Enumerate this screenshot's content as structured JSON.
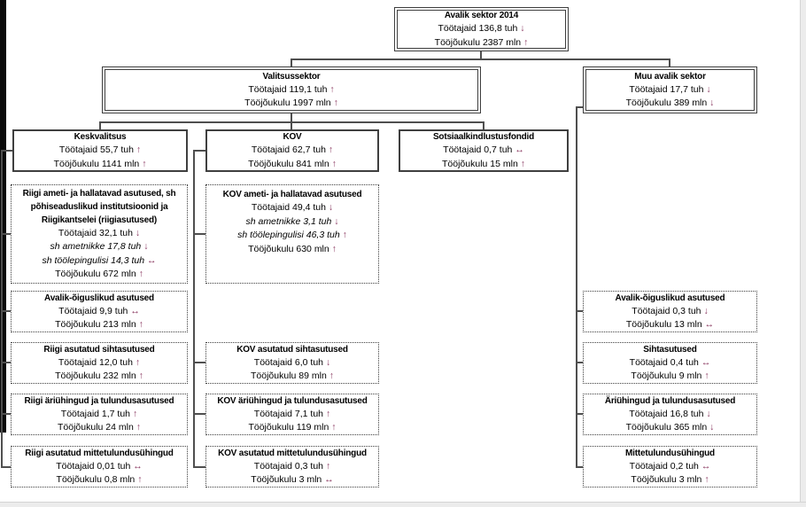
{
  "diagram_title": "Avalik sektor 2014",
  "colors": {
    "arrow": "#8b3a62",
    "border": "#3f3f3f",
    "background": "#ffffff"
  },
  "nodes": {
    "root": {
      "title": "Avalik sektor 2014",
      "lines": [
        {
          "text": "Töötajaid 136,8 tuh",
          "arrow": "↓"
        },
        {
          "text": "Tööjõukulu 2387 mln",
          "arrow": "↑"
        }
      ]
    },
    "gov": {
      "title": "Valitsussektor",
      "lines": [
        {
          "text": "Töötajaid 119,1 tuh",
          "arrow": "↑"
        },
        {
          "text": "Tööjõukulu 1997 mln",
          "arrow": "↑"
        }
      ]
    },
    "other": {
      "title": "Muu avalik sektor",
      "lines": [
        {
          "text": "Töötajaid 17,7 tuh",
          "arrow": "↓"
        },
        {
          "text": "Tööjõukulu 389 mln",
          "arrow": "↓"
        }
      ]
    },
    "central": {
      "title": "Keskvalitsus",
      "lines": [
        {
          "text": "Töötajaid 55,7 tuh",
          "arrow": "↑"
        },
        {
          "text": "Tööjõukulu 1141 mln",
          "arrow": "↑"
        }
      ]
    },
    "kov": {
      "title": "KOV",
      "lines": [
        {
          "text": "Töötajaid 62,7 tuh",
          "arrow": "↑"
        },
        {
          "text": "Tööjõukulu 841 mln",
          "arrow": "↑"
        }
      ]
    },
    "social": {
      "title": "Sotsiaalkindlustusfondid",
      "lines": [
        {
          "text": "Töötajaid 0,7 tuh",
          "arrow": "↔"
        },
        {
          "text": "Tööjõukulu 15 mln",
          "arrow": "↑"
        }
      ]
    },
    "c1": {
      "title": "Riigi ameti- ja hallatavad asutused, sh põhiseaduslikud institutsioonid ja Riigikantselei (riigiasutused)",
      "lines": [
        {
          "text": "Töötajaid 32,1 tuh",
          "arrow": "↓"
        },
        {
          "text": "sh ametnikke 17,8 tuh",
          "arrow": "↓"
        },
        {
          "text": "sh töölepingulisi 14,3 tuh",
          "arrow": "↔"
        },
        {
          "text": "Tööjõukulu 672 mln",
          "arrow": "↑"
        }
      ]
    },
    "c2": {
      "title": "Avalik-õiguslikud asutused",
      "lines": [
        {
          "text": "Töötajaid 9,9 tuh",
          "arrow": "↔"
        },
        {
          "text": "Tööjõukulu 213 mln",
          "arrow": "↑"
        }
      ]
    },
    "c3": {
      "title": "Riigi asutatud sihtasutused",
      "lines": [
        {
          "text": "Töötajaid 12,0 tuh",
          "arrow": "↑"
        },
        {
          "text": "Tööjõukulu 232 mln",
          "arrow": "↑"
        }
      ]
    },
    "c4": {
      "title": "Riigi äriühingud ja tulundusasutused",
      "lines": [
        {
          "text": "Töötajaid 1,7 tuh",
          "arrow": "↑"
        },
        {
          "text": "Tööjõukulu 24 mln",
          "arrow": "↑"
        }
      ]
    },
    "c5": {
      "title": "Riigi asutatud mittetulundusühingud",
      "lines": [
        {
          "text": "Töötajaid 0,01 tuh",
          "arrow": "↔"
        },
        {
          "text": "Tööjõukulu 0,8 mln",
          "arrow": "↑"
        }
      ]
    },
    "k1": {
      "title": "KOV ameti- ja hallatavad asutused",
      "lines": [
        {
          "text": "Töötajaid 49,4 tuh",
          "arrow": "↓"
        },
        {
          "text": "sh ametnikke 3,1 tuh",
          "arrow": "↓"
        },
        {
          "text": "sh töölepingulisi 46,3 tuh",
          "arrow": "↑"
        },
        {
          "text": "Tööjõukulu 630 mln",
          "arrow": "↑"
        }
      ]
    },
    "k2": {
      "title": "KOV asutatud sihtasutused",
      "lines": [
        {
          "text": "Töötajaid 6,0 tuh",
          "arrow": "↓"
        },
        {
          "text": "Tööjõukulu 89 mln",
          "arrow": "↑"
        }
      ]
    },
    "k3": {
      "title": "KOV äriühingud ja tulundusasutused",
      "lines": [
        {
          "text": "Töötajaid 7,1 tuh",
          "arrow": "↑"
        },
        {
          "text": "Tööjõukulu 119 mln",
          "arrow": "↑"
        }
      ]
    },
    "k4": {
      "title": "KOV asutatud mittetulundusühingud",
      "lines": [
        {
          "text": "Töötajaid 0,3 tuh",
          "arrow": "↑"
        },
        {
          "text": "Tööjõukulu 3 mln",
          "arrow": "↔"
        }
      ]
    },
    "m1": {
      "title": "Avalik-õiguslikud asutused",
      "lines": [
        {
          "text": "Töötajaid 0,3 tuh",
          "arrow": "↓"
        },
        {
          "text": "Tööjõukulu 13 mln",
          "arrow": "↔"
        }
      ]
    },
    "m2": {
      "title": "Sihtasutused",
      "lines": [
        {
          "text": "Töötajaid 0,4 tuh",
          "arrow": "↔"
        },
        {
          "text": "Tööjõukulu 9 mln",
          "arrow": "↑"
        }
      ]
    },
    "m3": {
      "title": "Äriühingud ja tulundusasutused",
      "lines": [
        {
          "text": "Töötajaid 16,8 tuh",
          "arrow": "↓"
        },
        {
          "text": "Tööjõukulu 365 mln",
          "arrow": "↓"
        }
      ]
    },
    "m4": {
      "title": "Mittetulundusühingud",
      "lines": [
        {
          "text": "Töötajaid 0,2 tuh",
          "arrow": "↔"
        },
        {
          "text": "Tööjõukulu 3 mln",
          "arrow": "↑"
        }
      ]
    }
  }
}
